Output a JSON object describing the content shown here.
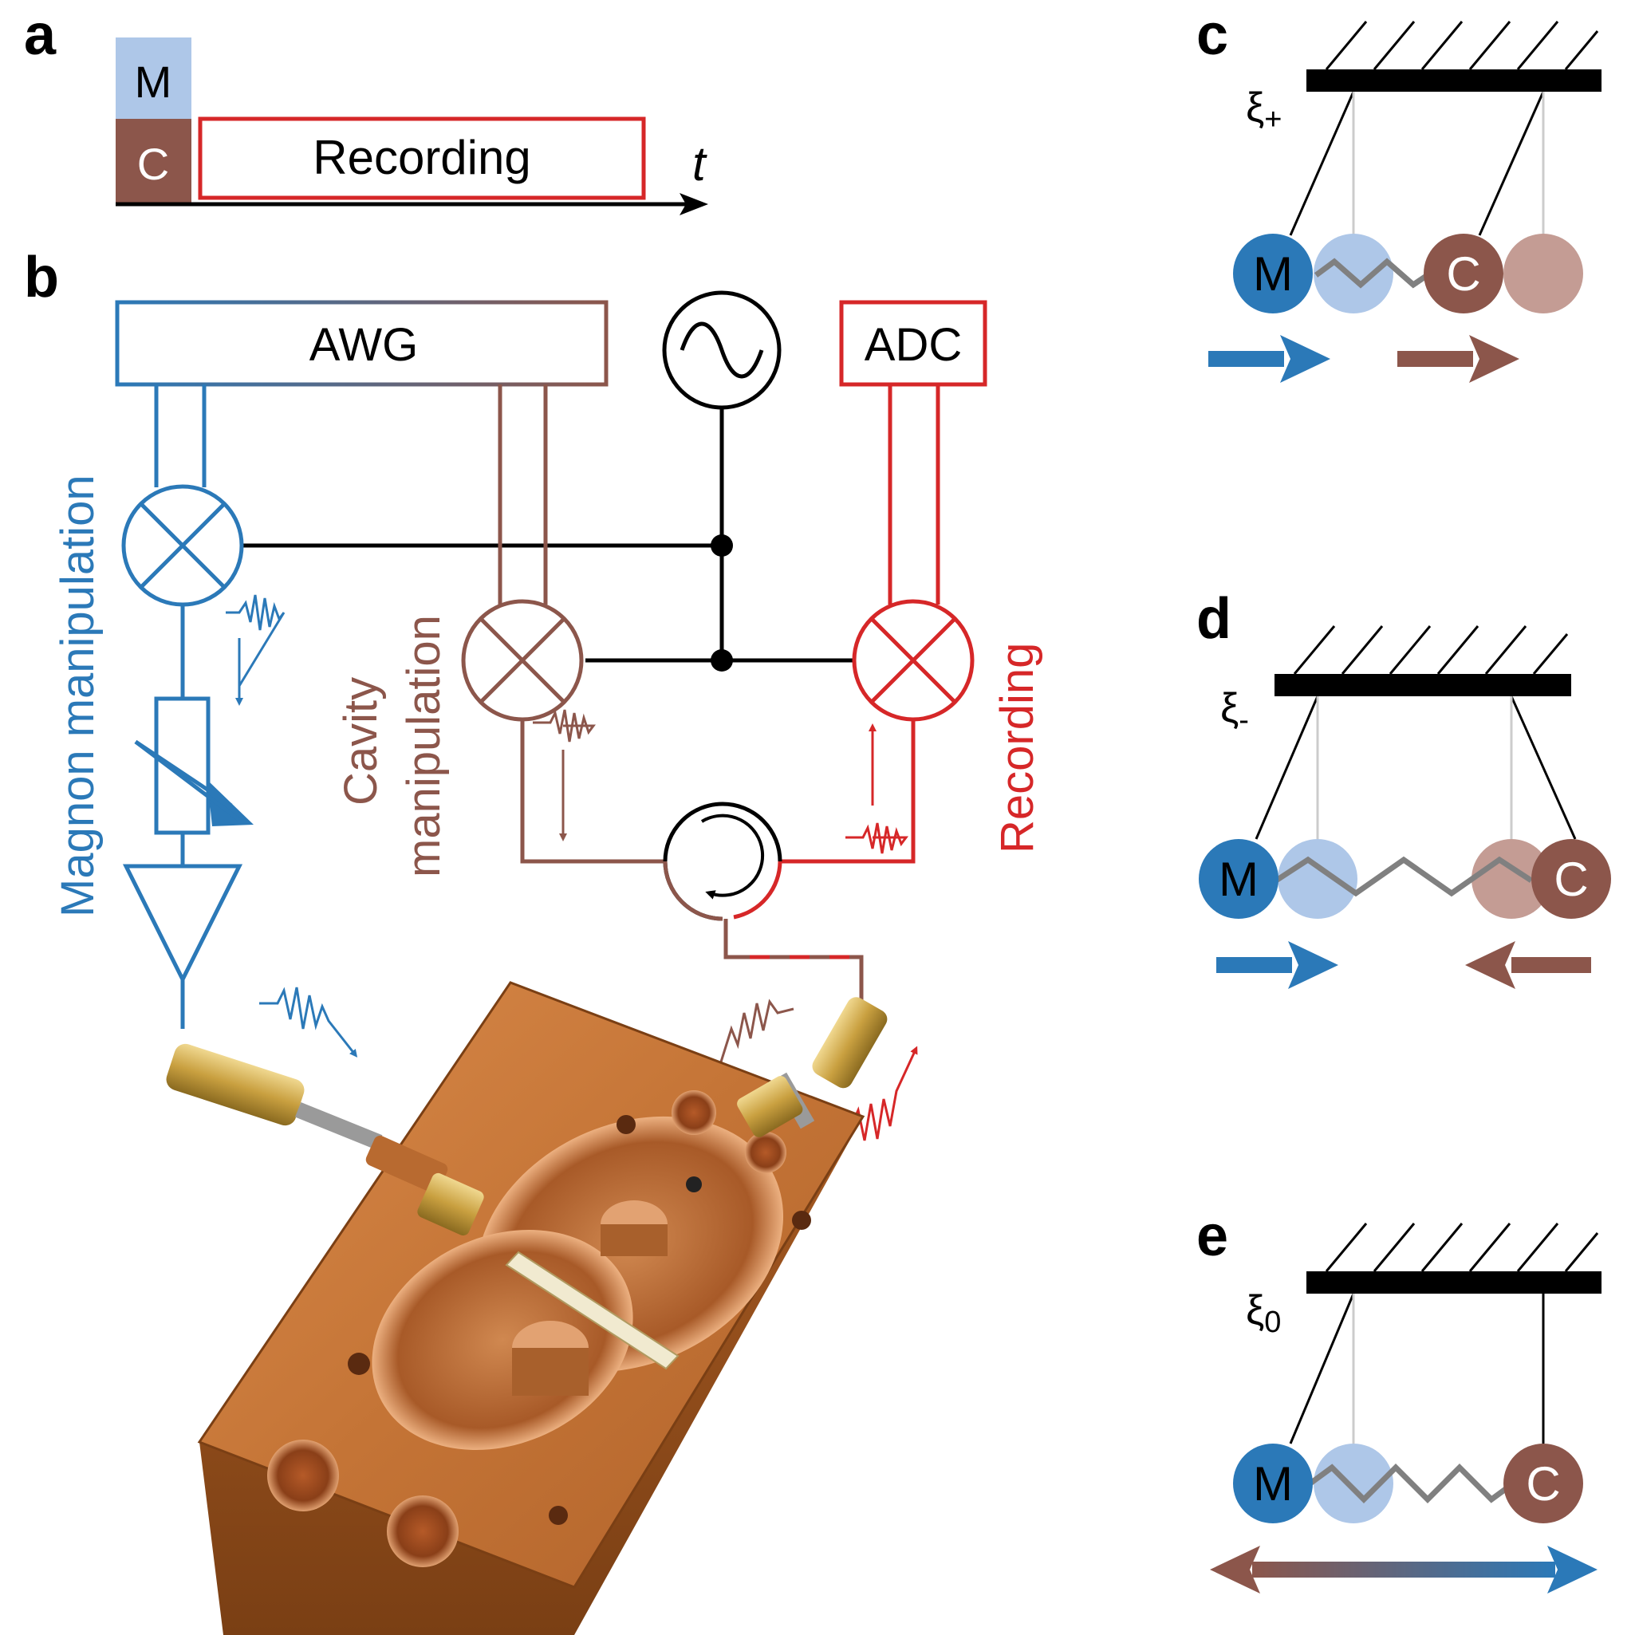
{
  "colors": {
    "magnon": "#2b79b8",
    "magnon_light": "#aec7e8",
    "cavity": "#8c564b",
    "cavity_light": "#c49c94",
    "recording": "#d62728",
    "spring": "#808080",
    "black": "#000000",
    "copper_dark": "#9a5420",
    "copper": "#c77a3c",
    "copper_light": "#e3a06a",
    "brass": "#c9a84a"
  },
  "panel_a": {
    "letter": "a",
    "label_m": "M",
    "label_c": "C",
    "recording_label": "Recording",
    "time_label": "t"
  },
  "panel_b": {
    "letter": "b",
    "awg_label": "AWG",
    "adc_label": "ADC",
    "magnon_label": "Magnon manipulation",
    "cavity_label_1": "Cavity",
    "cavity_label_2": "manipulation",
    "recording_label": "Recording",
    "icons": [
      "mixer-icon",
      "mixer-icon",
      "mixer-icon",
      "oscillator-icon",
      "circulator-icon",
      "attenuator-icon",
      "amplifier-icon"
    ]
  },
  "panel_c": {
    "letter": "c",
    "xi_symbol": "ξ",
    "xi_subscript": "+",
    "label_m": "M",
    "label_c": "C"
  },
  "panel_d": {
    "letter": "d",
    "xi_symbol": "ξ",
    "xi_subscript": "-",
    "label_m": "M",
    "label_c": "C"
  },
  "panel_e": {
    "letter": "e",
    "xi_symbol": "ξ",
    "xi_subscript": "0",
    "label_m": "M",
    "label_c": "C"
  }
}
